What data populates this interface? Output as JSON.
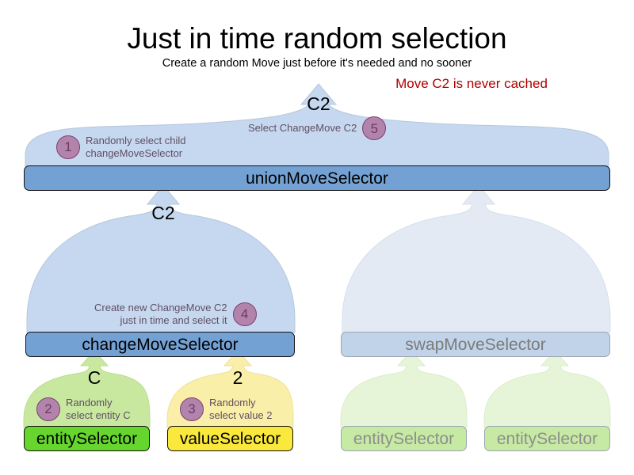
{
  "header": {
    "title": "Just in time random selection",
    "subtitle": "Create a random Move just before it's needed and no sooner",
    "note": "Move C2 is never cached",
    "note_color": "#b00000"
  },
  "colors": {
    "bar_blue": "#74a1d3",
    "bar_green": "#66d62e",
    "bar_yellow": "#fae83c",
    "arch_blue": "#c6d8ef",
    "arch_green": "#c8e8a0",
    "arch_yellow": "#faefa8",
    "arch_blue_faded": "#e3eaf4",
    "arch_green_faded": "#e6f4d8",
    "badge_fill": "#b284ab",
    "badge_border": "#7d3f70",
    "badge_text": "#6f3a63",
    "annotation_text": "#5f4f63"
  },
  "selectors": {
    "union": {
      "label": "unionMoveSelector"
    },
    "change": {
      "label": "changeMoveSelector"
    },
    "swap": {
      "label": "swapMoveSelector"
    },
    "entity": {
      "label": "entitySelector"
    },
    "value": {
      "label": "valueSelector"
    },
    "swap_entity_left": {
      "label": "entitySelector"
    },
    "swap_entity_right": {
      "label": "entitySelector"
    }
  },
  "flow_labels": {
    "top_union_out": "C2",
    "change_to_union": "C2",
    "entity_to_change": "C",
    "value_to_change": "2"
  },
  "steps": [
    {
      "number": "1",
      "text": "Randomly select child\nchangeMoveSelector"
    },
    {
      "number": "2",
      "text": "Randomly\nselect entity C"
    },
    {
      "number": "3",
      "text": "Randomly\nselect value 2"
    },
    {
      "number": "4",
      "text": "Create new ChangeMove C2\njust in time and select it"
    },
    {
      "number": "5",
      "text": "Select ChangeMove C2"
    }
  ]
}
